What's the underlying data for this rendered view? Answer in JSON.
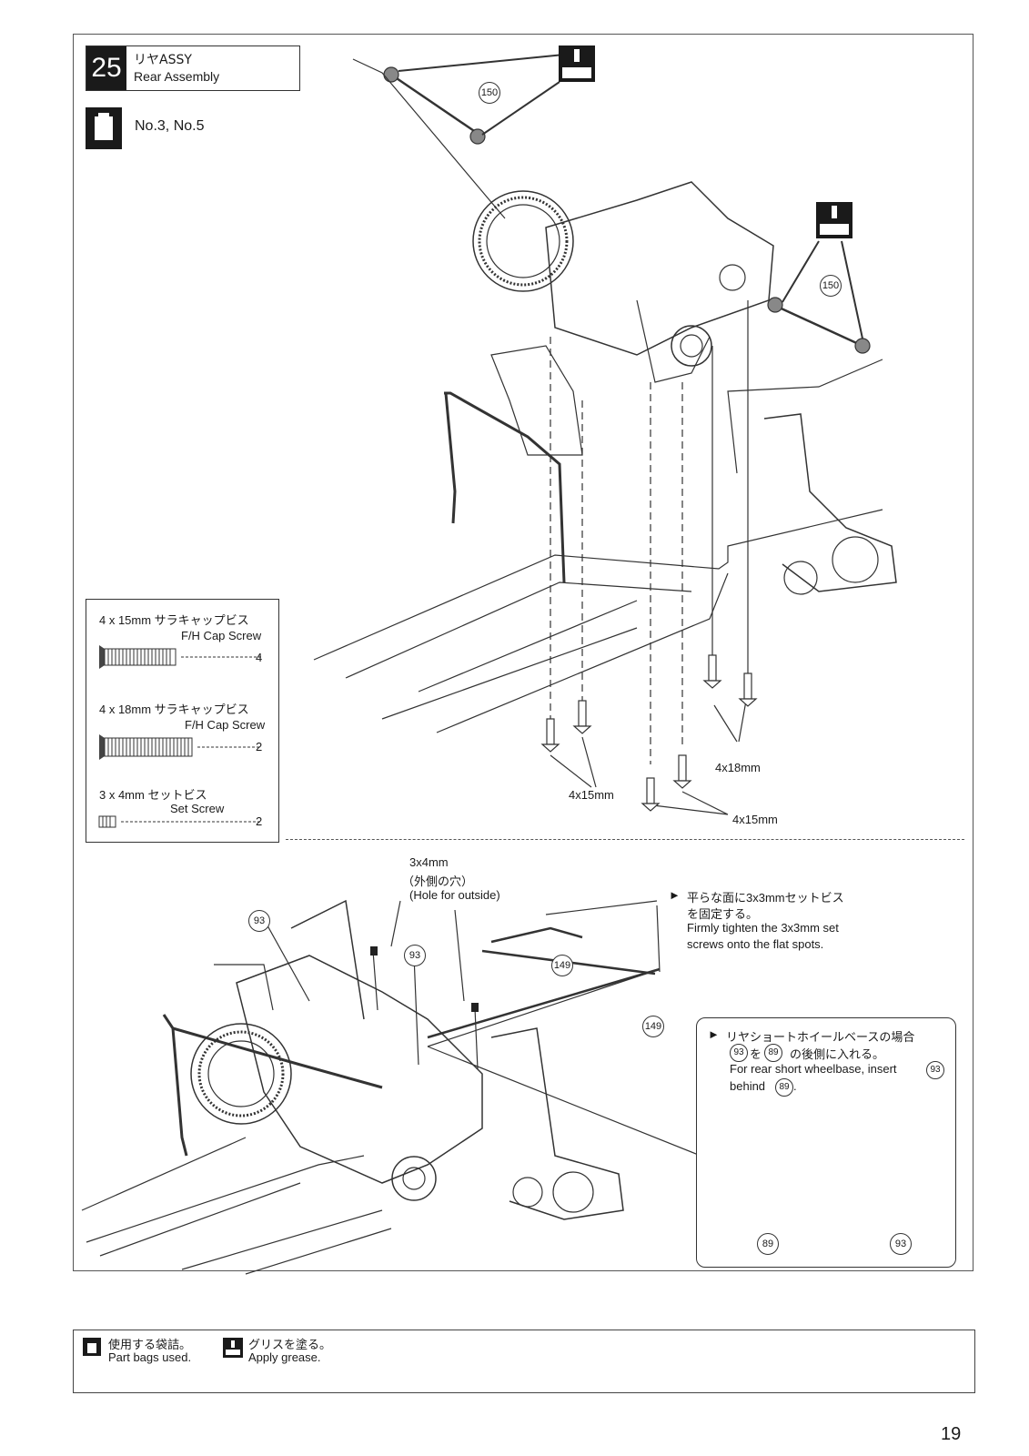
{
  "step": {
    "number": "25",
    "title_jp": "リヤASSY",
    "title_en": "Rear Assembly"
  },
  "bags": {
    "label": "No.3, No.5"
  },
  "callouts": {
    "c150a": "150",
    "c150b": "150",
    "c149a": "149",
    "c149b": "149",
    "c93a": "93",
    "c93b": "93",
    "c93c": "93",
    "c89": "89"
  },
  "parts_list": {
    "items": [
      {
        "name_jp": "4 x 15mm  サラキャップビス",
        "name_en": "F/H Cap Screw",
        "qty": "4"
      },
      {
        "name_jp": "4 x 18mm  サラキャップビス",
        "name_en": "F/H Cap Screw",
        "qty": "2"
      },
      {
        "name_jp": "3 x 4mm  セットビス",
        "name_en": "Set Screw",
        "qty": "2"
      }
    ]
  },
  "screw_labels": {
    "left_4x15": "4x15mm",
    "right_4x18": "4x18mm",
    "right_4x15": "4x15mm"
  },
  "lower": {
    "setscrew_size": "3x4mm",
    "setscrew_jp": "（外側の穴）",
    "setscrew_en": "(Hole for outside)",
    "note_jp_1": "平らな面に3x3mmセットビス",
    "note_jp_2": "を固定する。",
    "note_en_1": "Firmly tighten the 3x3mm set",
    "note_en_2": "screws onto the flat spots.",
    "inset_jp_1": "リヤショートホイールベースの場合",
    "inset_jp_2a": "を",
    "inset_jp_2b": "の後側に入れる。",
    "inset_en_1": "For rear short wheelbase, insert",
    "inset_en_2": "behind"
  },
  "footer": {
    "bag_jp": "使用する袋詰。",
    "bag_en": "Part bags used.",
    "grease_jp": "グリスを塗る。",
    "grease_en": "Apply grease."
  },
  "page_number": "19"
}
